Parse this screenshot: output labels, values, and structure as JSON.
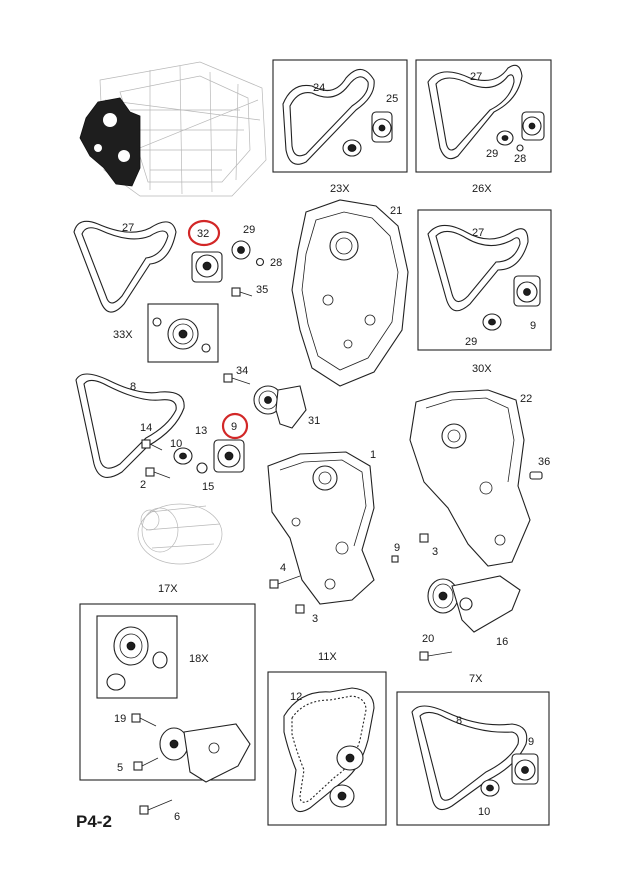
{
  "page_code": "P4-2",
  "highlight_color": "#d22727",
  "highlighted_callouts": [
    "32",
    "9"
  ],
  "callouts": {
    "c24": "24",
    "c25": "25",
    "c23x": "23X",
    "c27a": "27",
    "c29a": "29",
    "c28a": "28",
    "c26x": "26X",
    "c27b": "27",
    "c32": "32",
    "c29b": "29",
    "c28b": "28",
    "c35": "35",
    "c33x": "33X",
    "c21": "21",
    "c27c": "27",
    "c9a": "9",
    "c29c": "29",
    "c30x": "30X",
    "c8a": "8",
    "c34": "34",
    "c31": "31",
    "c14": "14",
    "c13": "13",
    "c9b": "9",
    "c10a": "10",
    "c15": "15",
    "c2": "2",
    "c22": "22",
    "c36": "36",
    "c1": "1",
    "c9c": "9",
    "c3a": "3",
    "c4": "4",
    "c3b": "3",
    "c17x": "17X",
    "c18x": "18X",
    "c19": "19",
    "c5": "5",
    "c6": "6",
    "c11x": "11X",
    "c12": "12",
    "c7x": "7X",
    "c8b": "8",
    "c9d": "9",
    "c10b": "10",
    "c16": "16",
    "c20": "20"
  },
  "icons": [
    "engine-block-icon",
    "alternator-icon",
    "belt-icon",
    "tensioner-icon",
    "pulley-icon",
    "bolt-icon"
  ]
}
